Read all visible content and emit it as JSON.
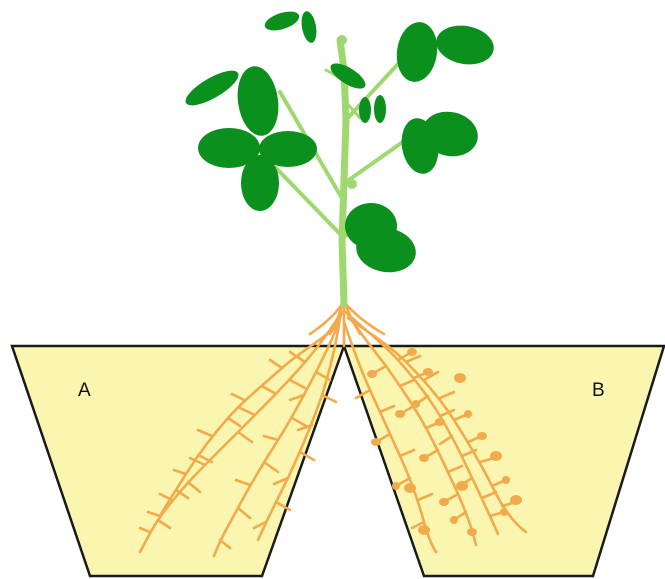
{
  "diagram": {
    "pots": [
      {
        "id": "pot-a",
        "label": "A",
        "nodules": false
      },
      {
        "id": "pot-b",
        "label": "B",
        "nodules": true
      }
    ]
  },
  "colors": {
    "soil": "#faf6b0",
    "pot_outline": "#1a1a1a",
    "root": "#f2aa4c",
    "stem": "#9fd86f",
    "leaf": "#0b8f1d"
  }
}
